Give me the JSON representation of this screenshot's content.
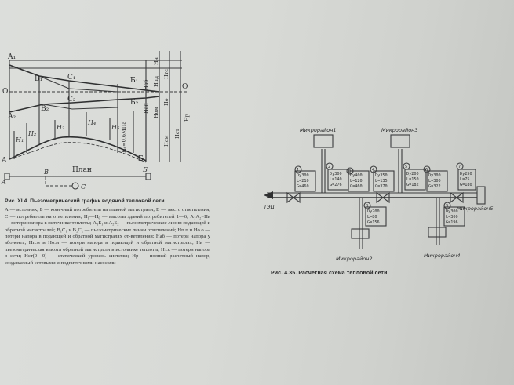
{
  "figure1": {
    "points": {
      "A1": "A₁",
      "A2": "A₂",
      "A": "A",
      "B1": "B₁",
      "B2": "B₂",
      "C1": "C₁",
      "C2": "C₂",
      "Б1": "Б₁",
      "Б2": "Б₂",
      "Б": "Б",
      "C": "C",
      "B": "B",
      "O": "O"
    },
    "heights": [
      "H₁",
      "H₂",
      "H₃",
      "H₄",
      "H₅",
      "H₆"
    ],
    "vertical_labels": {
      "h_n": "Hн",
      "h_ts": "Hтс",
      "h_an": "Hап",
      "h_ab": "Hаб",
      "h_pd": "Hпд",
      "h_o": "Hо",
      "h_om": "Hом",
      "h_pm": "Hпм",
      "h_cm": "Hсм",
      "h_ct": "Hст",
      "h_p": "Hр",
      "h_6": "H₆=0,6МПа"
    },
    "plan_label": "План",
    "caption_head": "Рис. XI.4. Пьезометрический график водяной тепловой сети",
    "caption_body": "А — источник; Б — конечный потребитель на главной магистрали; В — место ответвления; С — потребитель на ответвлении; H₁—H₆ — высоты зданий потребителей 1—6; A₁A₂=Hв — потери напора в источнике теплоты; A₁Б₁ и A₂Б₂ — пьезометрические линии подающей и обратной магистралей; B₁C₁ и B₂C₂ — пьезометрические линии ответвлений; Hп.п и Hо.о — потери напора в подающей и обратной магистралях от-ветвления; Hаб — потери напора у абонента; Hп.м и Hо.м — потери напора в подающей и обратной магистралях; Hв — пьезометрическая высота обратной магистрали в источнике теплоты; Hт.с — потери напора в сети; Hст(0—0) — статический уровень системы; Hр — полный расчетный напор, создаваемый сетевыми и подпиточными насосами"
  },
  "figure2": {
    "caption": "Рис. 4.35. Расчетная схема тепловой сети",
    "source_label": "ТЭЦ",
    "districts": [
      "Микрорайон1",
      "Микрорайон2",
      "Микрорайон3",
      "Микрорайон4",
      "Микрорайон5"
    ],
    "nodes": [
      "1",
      "2",
      "3",
      "4",
      "5",
      "6",
      "7",
      "8",
      "9"
    ],
    "sections": [
      {
        "id": "1",
        "d": "Dу300",
        "l": "L=210",
        "g": "G=460"
      },
      {
        "id": "2",
        "d": "Dу300",
        "l": "L=140",
        "g": "G=276"
      },
      {
        "id": "3",
        "d": "Dу400",
        "l": "L=120",
        "g": "G=460"
      },
      {
        "id": "4",
        "d": "Dу350",
        "l": "L=135",
        "g": "G=370"
      },
      {
        "id": "5",
        "d": "Dу200",
        "l": "L=150",
        "g": "G=182"
      },
      {
        "id": "6",
        "d": "Dу300",
        "l": "L=300",
        "g": "G=322"
      },
      {
        "id": "7",
        "d": "Dу250",
        "l": "L=75",
        "g": "G=180"
      },
      {
        "id": "8",
        "d": "Dу200",
        "l": "L=80",
        "g": "G=156"
      },
      {
        "id": "9",
        "d": "Dу300",
        "l": "L=300",
        "g": "G=196"
      }
    ]
  }
}
